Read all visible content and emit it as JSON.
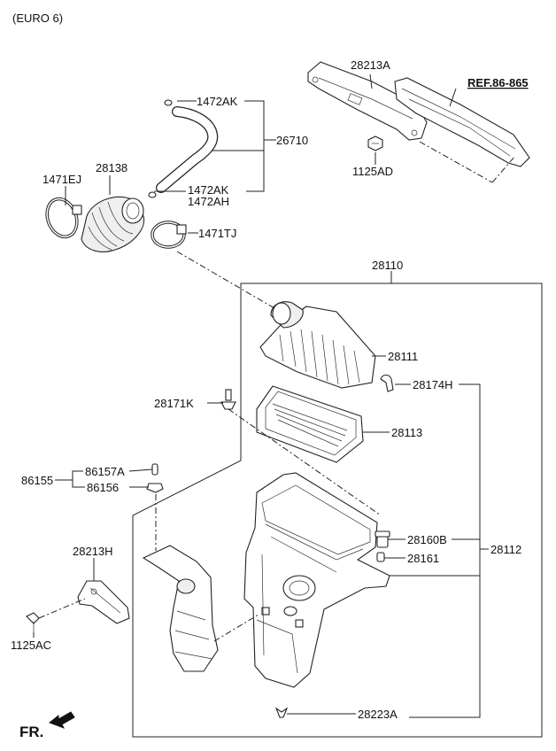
{
  "header": {
    "variant": "(EURO 6)"
  },
  "labels": {
    "p28213A": "28213A",
    "ref": "REF.86-865",
    "p1472AK_top": "1472AK",
    "p26710": "26710",
    "p1125AD": "1125AD",
    "p1471EJ": "1471EJ",
    "p28138": "28138",
    "p1472AK_mid": "1472AK",
    "p1472AH": "1472AH",
    "p1471TJ": "1471TJ",
    "p28110": "28110",
    "p28111": "28111",
    "p28174H": "28174H",
    "p28171K": "28171K",
    "p28113": "28113",
    "p86155": "86155",
    "p86157A": "86157A",
    "p86156": "86156",
    "p28160B": "28160B",
    "p28112": "28112",
    "p28161": "28161",
    "p28213H": "28213H",
    "p1125AC": "1125AC",
    "p28223A": "28223A"
  },
  "footer": {
    "direction": "FR."
  }
}
